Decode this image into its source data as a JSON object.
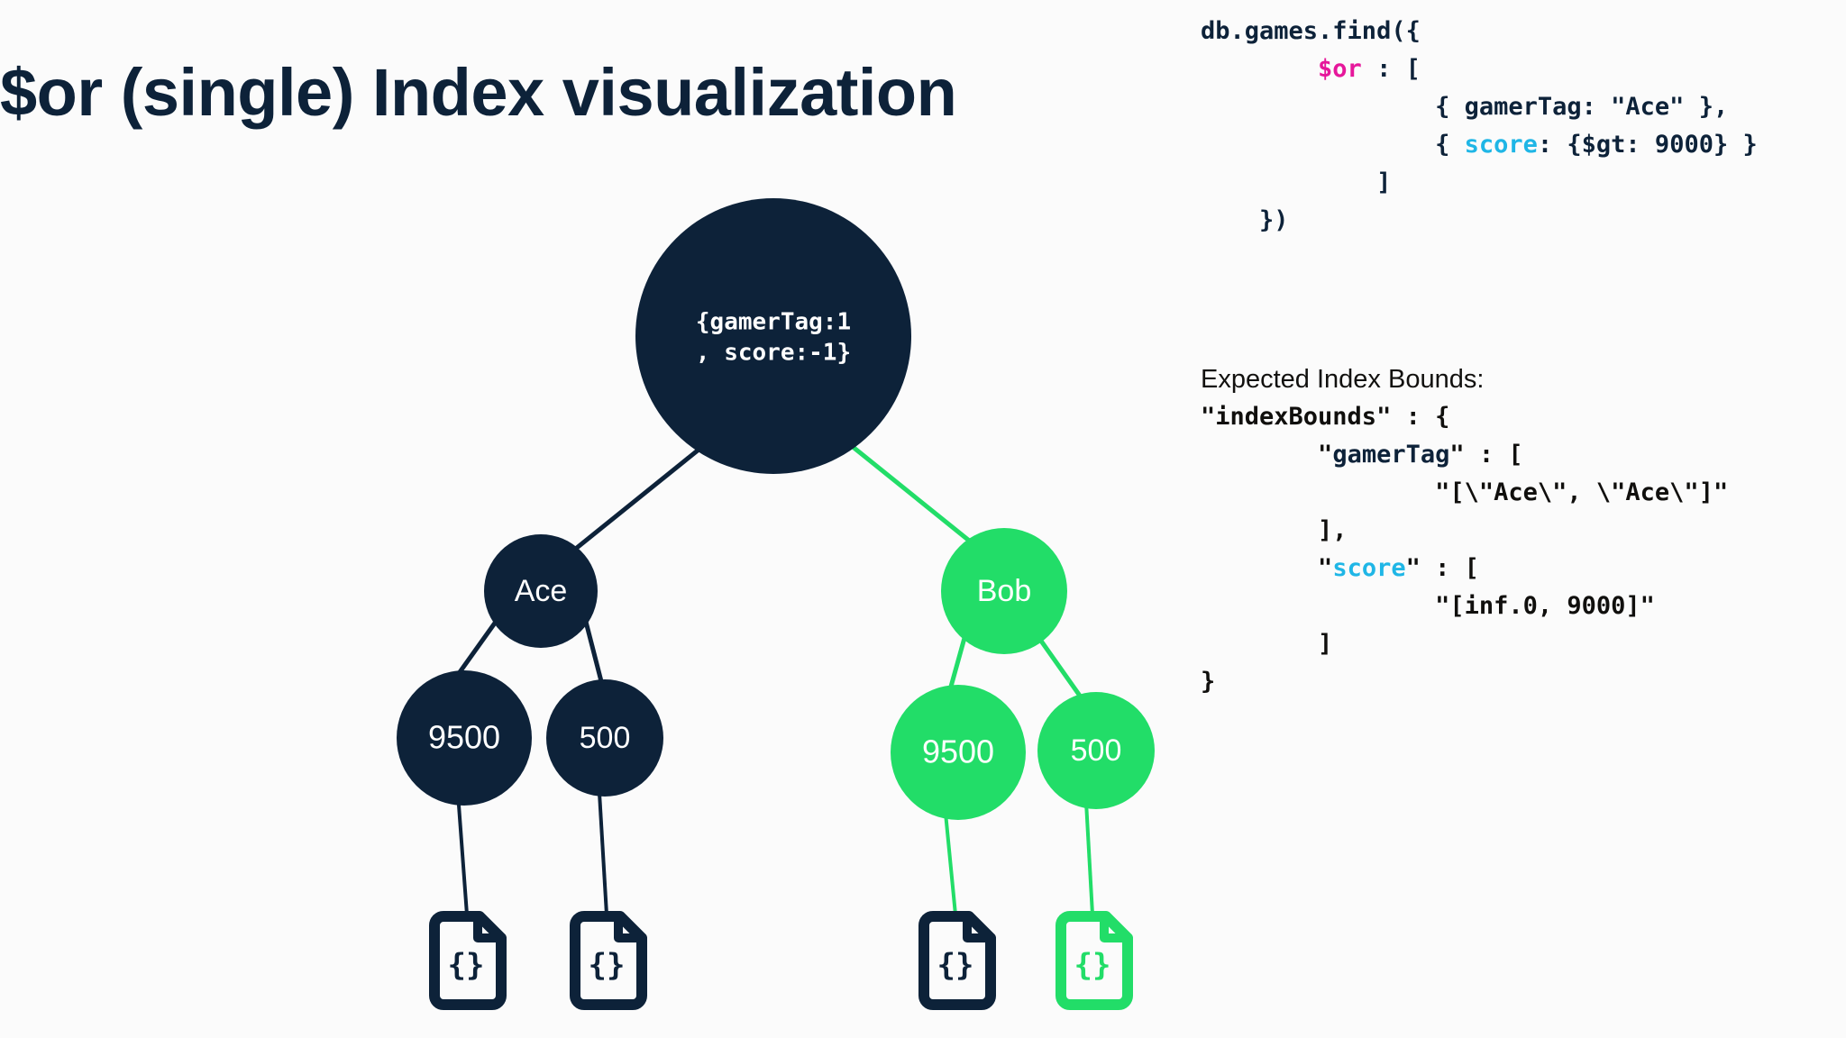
{
  "page": {
    "title": "$or (single) Index visualization",
    "background": "#fbfbfb"
  },
  "colors": {
    "navy": "#0d2239",
    "green": "#22dd68",
    "pink": "#e6179b",
    "cyan": "#1fb6e6",
    "white": "#ffffff"
  },
  "query": {
    "line1": "db.games.find({",
    "line2_indent": "        ",
    "token_or": "$or",
    "line2_rest": " : [",
    "line3": "                { gamerTag: \"Ace\" },",
    "line4_indent": "                { ",
    "token_score": "score",
    "line4_rest": ": {$gt: 9000} }",
    "line5": "            ]",
    "line6": "    })"
  },
  "bounds": {
    "heading": "Expected Index Bounds:",
    "line1": "\"indexBounds\" : {",
    "line2_indent": "        \"",
    "token_gamertag": "gamerTag",
    "line2_rest": "\" : [",
    "line3": "                \"[\\\"Ace\\\", \\\"Ace\\\"]\"",
    "line4": "        ],",
    "line5_indent": "        \"",
    "token_score": "score",
    "line5_rest": "\" : [",
    "line6": "                \"[inf.0, 9000]\"",
    "line7": "        ]",
    "line8": "}"
  },
  "tree": {
    "root": {
      "label_line1": "{gamerTag:1",
      "label_line2": ", score:-1}",
      "color": "navy"
    },
    "branches": [
      {
        "name": "ace",
        "label": "Ace",
        "color": "navy"
      },
      {
        "name": "bob",
        "label": "Bob",
        "color": "green"
      }
    ],
    "leaves": [
      {
        "name": "ace-9500",
        "label": "9500",
        "color": "navy"
      },
      {
        "name": "ace-500",
        "label": "500",
        "color": "navy"
      },
      {
        "name": "bob-9500",
        "label": "9500",
        "color": "green"
      },
      {
        "name": "bob-500",
        "label": "500",
        "color": "green"
      }
    ],
    "documents": [
      {
        "name": "doc-ace-9500",
        "color": "navy",
        "connector": "navy"
      },
      {
        "name": "doc-ace-500",
        "color": "navy",
        "connector": "navy"
      },
      {
        "name": "doc-bob-9500",
        "color": "navy",
        "connector": "green"
      },
      {
        "name": "doc-bob-500",
        "color": "green",
        "connector": "green"
      }
    ]
  }
}
